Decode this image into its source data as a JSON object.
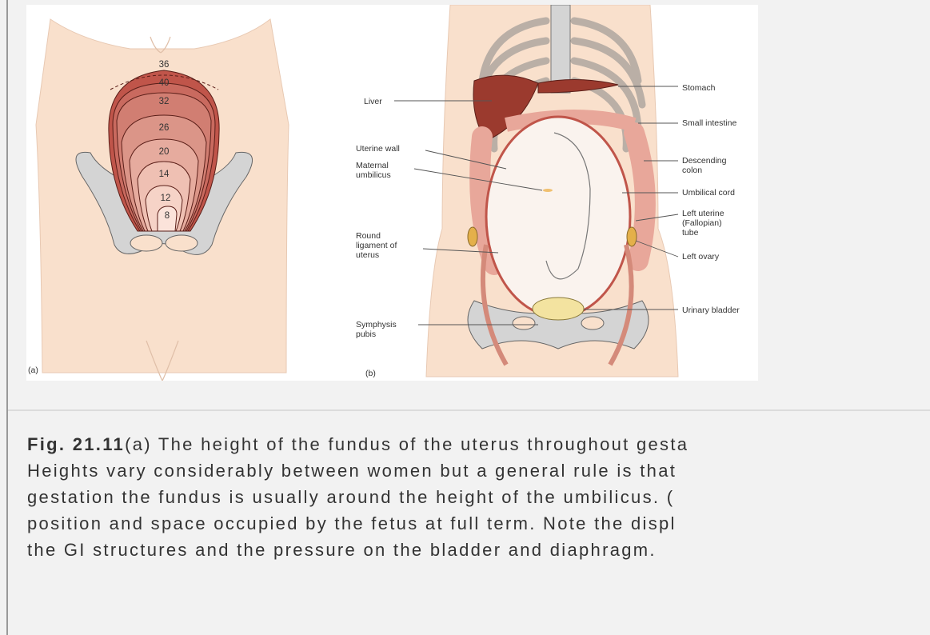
{
  "figure": {
    "panel_a": {
      "label": "(a)",
      "week_labels": [
        "36",
        "40",
        "32",
        "26",
        "20",
        "14",
        "12",
        "8"
      ]
    },
    "panel_b": {
      "label": "(b)",
      "labels_left": [
        "Liver",
        "Uterine wall",
        "Maternal",
        "umbilicus",
        "Round",
        "ligament of",
        "uterus",
        "Symphysis",
        "pubis"
      ],
      "labels_right": [
        "Stomach",
        "Small intestine",
        "Descending",
        "colon",
        "Umbilical cord",
        "Left uterine",
        "(Fallopian)",
        "tube",
        "Left ovary",
        "Urinary bladder"
      ]
    }
  },
  "caption": {
    "fig_number": "Fig. 21.11",
    "lines": [
      "(a) The height of the fundus of the uterus throughout gesta",
      "Heights vary considerably between women but a general rule is that",
      "gestation the fundus is usually around the height of the umbilicus. (",
      "position and space occupied by the fetus at full term. Note the displ",
      "the GI structures and the pressure on the bladder and diaphragm."
    ]
  },
  "colors": {
    "skin": "#f9e0cc",
    "uterus_dark": "#c0554a",
    "uterus_light": "#f2c4b4",
    "bone": "#d4d4d4",
    "intestine": "#e8a79a",
    "bladder": "#f3e3a0"
  }
}
